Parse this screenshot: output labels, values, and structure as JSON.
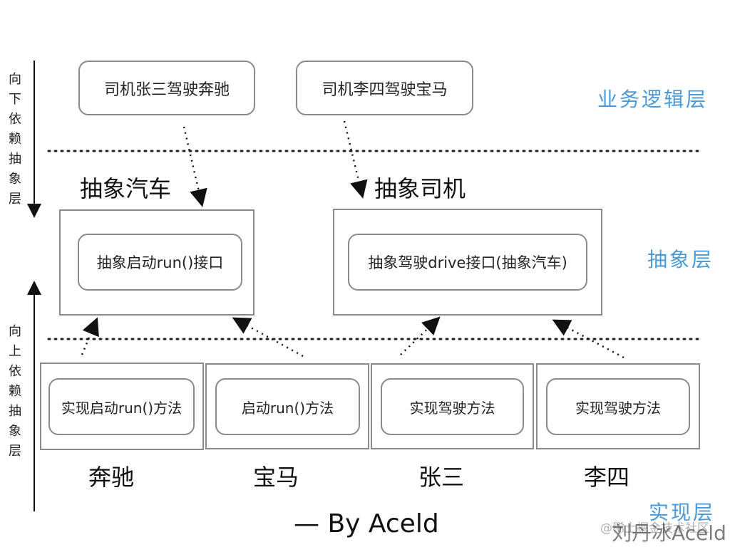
{
  "business": {
    "driver_zhangsan": "司机张三驾驶奔驰",
    "driver_lisi": "司机李四驾驶宝马"
  },
  "abstract": {
    "car_title": "抽象汽车",
    "driver_title": "抽象司机",
    "car_interface": "抽象启动run()接口",
    "driver_interface": "抽象驾驶drive接口(抽象汽车)"
  },
  "implementations": [
    {
      "method": "实现启动run()方法",
      "name": "奔驰"
    },
    {
      "method": "启动run()方法",
      "name": "宝马"
    },
    {
      "method": "实现驾驶方法",
      "name": "张三"
    },
    {
      "method": "实现驾驶方法",
      "name": "李四"
    }
  ],
  "layers": {
    "business": "业务逻辑层",
    "abstract": "抽象层",
    "implementation": "实现层"
  },
  "side": {
    "down": "向下依赖抽象层",
    "up": "向上依赖抽象层"
  },
  "credit": "— By Aceld",
  "watermark": {
    "site": "@稀土掘金技术社区",
    "author": "刘丹冰Aceld"
  },
  "colors": {
    "layer_label": "#4a9ad8",
    "border": "#8a8a8a"
  }
}
